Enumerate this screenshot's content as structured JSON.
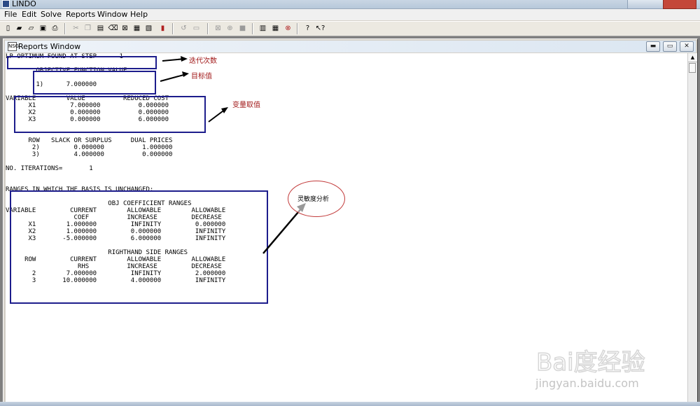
{
  "app": {
    "title": "LINDO"
  },
  "menu": [
    "File",
    "Edit",
    "Solve",
    "Reports",
    "Window",
    "Help"
  ],
  "toolbar_icons": [
    "new-icon",
    "open-icon",
    "open-save-icon",
    "save-icon",
    "print-icon",
    "cut-icon",
    "copy-icon",
    "paste-icon",
    "clear-icon",
    "find-icon",
    "cancel-icon",
    "go-to-icon",
    "solve-icon",
    "zoom-icon",
    "undo-icon",
    "options-icon",
    "zoom-in-icon",
    "zoom-out-icon",
    "stop-icon",
    "tile-icon",
    "cascade-icon",
    "close-all-icon",
    "help-icon",
    "context-help-icon"
  ],
  "window": {
    "title": "Reports Window",
    "icon_text": "NSG",
    "min": "▬",
    "max": "▭",
    "close": "✕"
  },
  "report": [
    "LP OPTIMUM FOUND AT STEP      1",
    "",
    "        OBJECTIVE FUNCTION VALUE",
    "",
    "        1)      7.000000",
    "",
    "VARIABLE        VALUE          REDUCED COST",
    "      X1         7.000000          0.000000",
    "      X2         0.000000          0.000000",
    "      X3         0.000000          6.000000",
    "",
    "",
    "      ROW   SLACK OR SURPLUS     DUAL PRICES",
    "       2)         0.000000          1.000000",
    "       3)         4.000000          0.000000",
    "",
    "NO. ITERATIONS=       1",
    "",
    "",
    "RANGES IN WHICH THE BASIS IS UNCHANGED:",
    "",
    "                           OBJ COEFFICIENT RANGES",
    "VARIABLE         CURRENT        ALLOWABLE        ALLOWABLE",
    "                  COEF          INCREASE         DECREASE",
    "      X1        1.000000         INFINITY         0.000000",
    "      X2        1.000000         0.000000         INFINITY",
    "      X3       -5.000000         6.000000         INFINITY",
    "",
    "                           RIGHTHAND SIDE RANGES",
    "     ROW         CURRENT        ALLOWABLE        ALLOWABLE",
    "                   RHS          INCREASE         DECREASE",
    "       2        7.000000         INFINITY         2.000000",
    "       3       10.000000         4.000000         INFINITY"
  ],
  "annotations": {
    "iterations": "迭代次数",
    "objective": "目标值",
    "variables": "变量取值",
    "sensitivity": "灵敏度分析"
  },
  "watermark": {
    "logo_text": "Bai度经验",
    "url": "jingyan.baidu.com"
  },
  "colors": {
    "box": "#1d1d8c",
    "label": "#a11818",
    "ellipse": "#c23a3a"
  }
}
